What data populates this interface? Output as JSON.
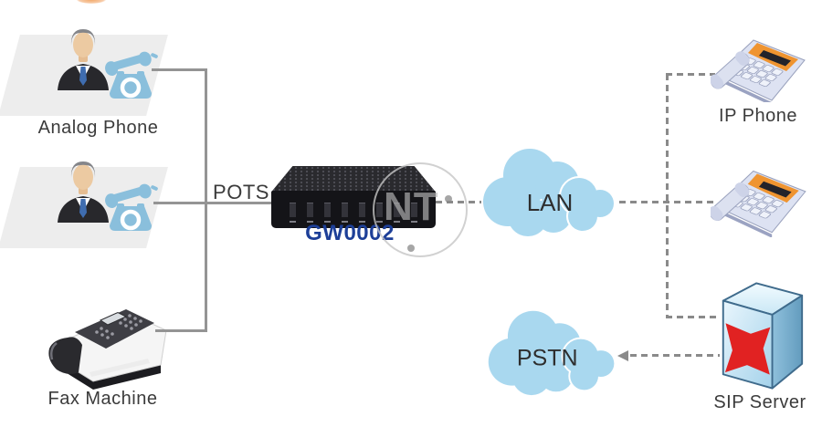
{
  "diagram": {
    "left": {
      "analog_phone_label": "Analog Phone",
      "fax_label": "Fax Machine"
    },
    "center": {
      "pots_label": "POTS",
      "gateway_label": "GW0002",
      "watermark": "NT"
    },
    "clouds": {
      "lan_label": "LAN",
      "pstn_label": "PSTN"
    },
    "right": {
      "ip_phone_label": "IP Phone",
      "sip_server_label": "SIP Server"
    },
    "colors": {
      "cloud_fill": "#a9d8ef",
      "gateway_text_blue": "#1d3f98",
      "analog_phone_icon_blue": "#8abfdc",
      "solid_line": "#949494",
      "dashed_line": "#8a8a8a",
      "label_text": "#3b3b3b",
      "ip_phone_accent_orange": "#ef9430",
      "sip_arrow_red": "#e12222"
    }
  }
}
